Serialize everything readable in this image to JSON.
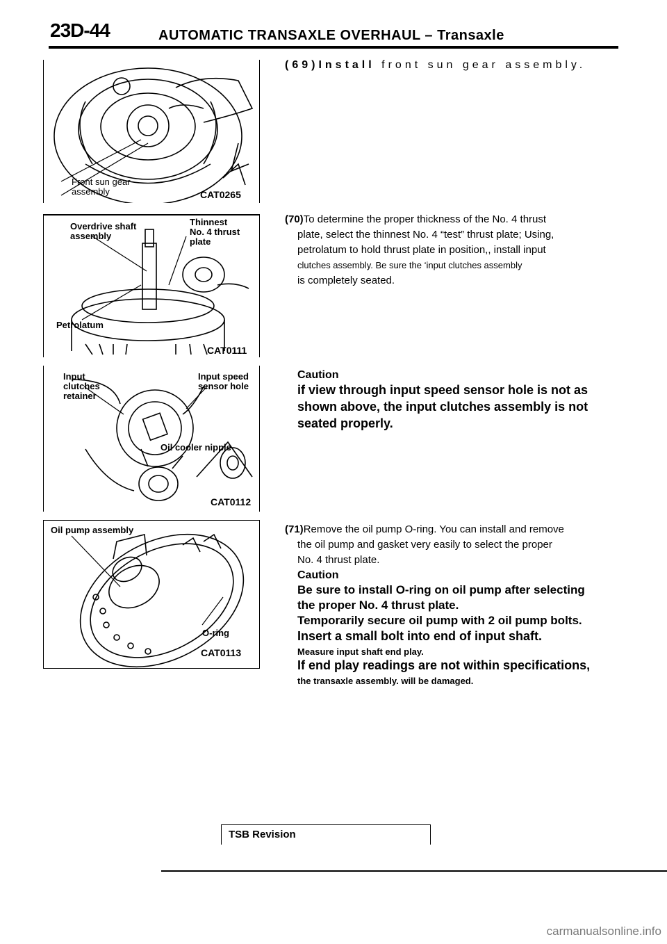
{
  "header": {
    "code": "23D-44",
    "title": "AUTOMATIC TRANSAXLE OVERHAUL – Transaxle"
  },
  "figures": [
    {
      "labels": [
        "Front sun gear",
        "assembly"
      ],
      "code": "CAT0265"
    },
    {
      "labels": [
        "Overdrive shaft",
        "assembly",
        "Thinnest",
        "No. 4 thrust",
        "plate",
        "Petrolatum"
      ],
      "code": "CAT0111"
    },
    {
      "labels": [
        "Input",
        "clutches",
        "retainer",
        "Input speed",
        "sensor hole",
        "Oil cooler nipple"
      ],
      "code": "CAT0112"
    },
    {
      "labels": [
        "Oil pump assembly",
        "O-ring"
      ],
      "code": "CAT0113"
    }
  ],
  "steps": {
    "s69": {
      "num": "(69)",
      "verb": "Install",
      "text": "front sun gear assembly."
    },
    "s70": {
      "num": "(70)",
      "line1": "To determine the proper thickness of the No. 4 thrust",
      "line2": "plate, select the thinnest No. 4 “test” thrust plate; Using,",
      "line3": "petrolatum to hold thrust plate in position,, install input",
      "line4": "clutches assembly. Be sure the ‘input clutches assembly",
      "line5": "is completely seated."
    },
    "caution1": {
      "head": "Caution",
      "line1": "if view through input speed sensor hole is not as",
      "line2": "shown above, the input clutches assembly is not",
      "line3": "seated properly."
    },
    "s71": {
      "num": "(71)",
      "line1": "Remove the oil pump O-ring. You can install and remove",
      "line2": "the oil pump and gasket very easily to select the proper",
      "line3": "No. 4 thrust plate."
    },
    "caution2": {
      "head": "Caution",
      "line1": "Be sure to install O-ring on oil pump after selecting",
      "line2": "the proper No. 4 thrust plate.",
      "line3": "Temporarily secure oil pump with 2 oil pump bolts.",
      "line4": "Insert a small bolt into end of input shaft.",
      "line5": "Measure input shaft end play.",
      "line6": "If end play readings are not within specifications,",
      "line7": "the transaxle assembly. will be damaged."
    }
  },
  "footer": {
    "tsb": "TSB Revision",
    "watermark": "carmanualsonline.info"
  }
}
